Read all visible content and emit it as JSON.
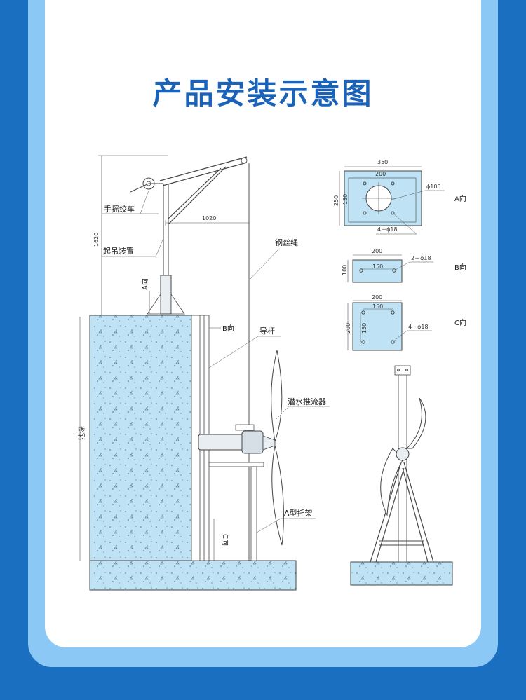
{
  "page": {
    "title": "产品安装示意图"
  },
  "colors": {
    "water": "#bfe3f5",
    "title": "#1a63b8",
    "line": "#444444",
    "frame": "#8cc8f5",
    "background": "#1a6fc0"
  },
  "labels": {
    "winch": "手摇绞车",
    "lifting_device": "起吊装置",
    "wire_rope": "钢丝绳",
    "guide_rod": "导杆",
    "mixer": "潜水推流器",
    "bracket": "A型托架",
    "pool_depth": "池深",
    "view_a": "A向",
    "view_b": "B向",
    "view_c": "C向",
    "dim_1620": "1620",
    "dim_1020": "1020"
  },
  "detail_a": {
    "width": "350",
    "inner": "200",
    "height": "250",
    "inner_h": "130",
    "bore": "ϕ100",
    "holes": "4－ϕ18",
    "view": "A向"
  },
  "detail_b": {
    "width": "200",
    "inner": "150",
    "height": "100",
    "holes": "2－ϕ18",
    "view": "B向"
  },
  "detail_c": {
    "width": "200",
    "inner": "150",
    "height": "200",
    "inner_h": "150",
    "holes": "4－ϕ18",
    "view": "C向"
  }
}
